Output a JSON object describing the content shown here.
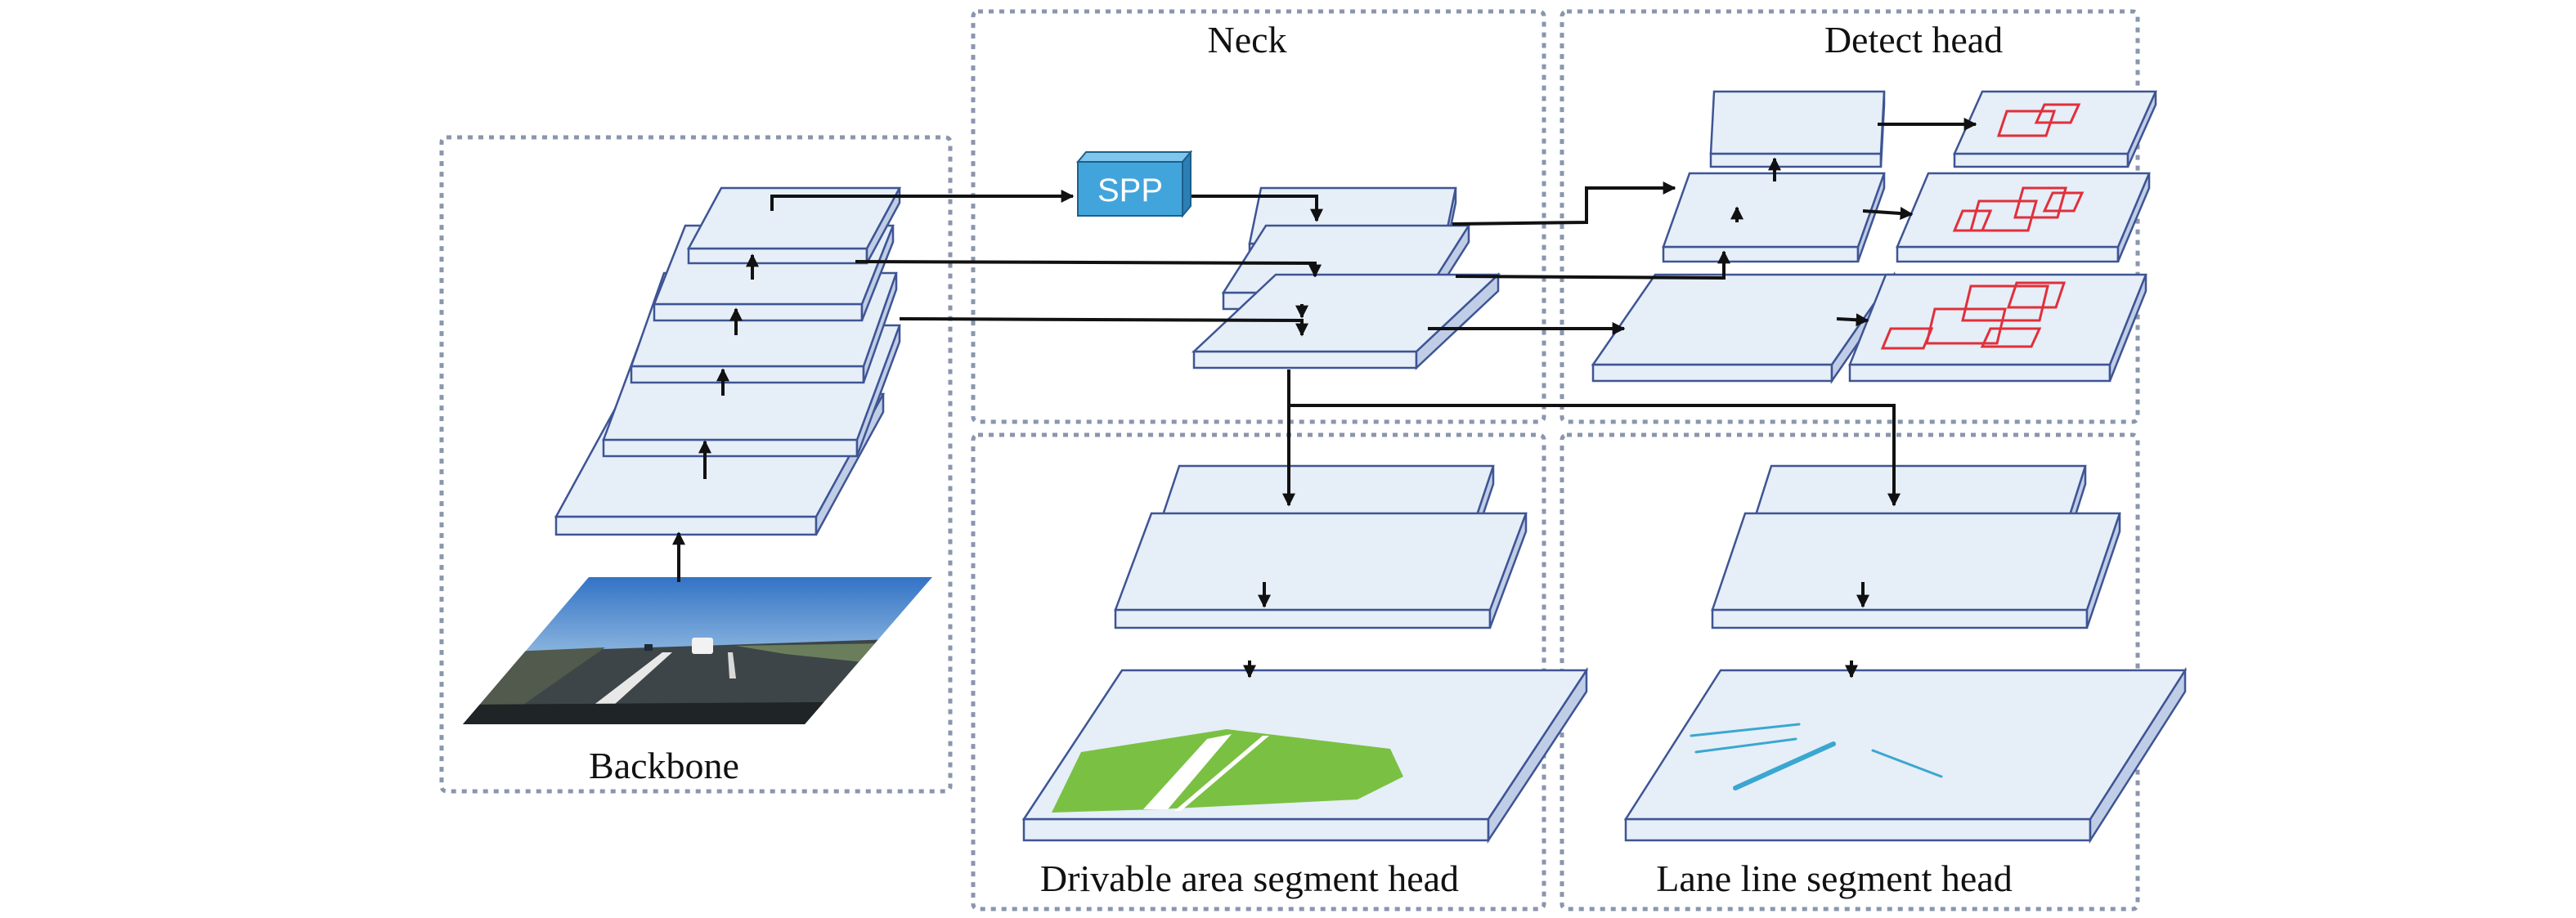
{
  "panels": {
    "backbone": "Backbone",
    "neck": "Neck",
    "detect_head": "Detect head",
    "drivable_area_head": "Drivable area segment head",
    "lane_line_head": "Lane line segment head"
  },
  "spp_label": "SPP",
  "colors": {
    "panel_border": "#8a96ad",
    "layer_top": "#e6eef8",
    "layer_side": "#c0cde6",
    "layer_edge": "#3e5594",
    "spp": "#41a5dc",
    "detection_box": "#e0303a",
    "drivable_area": "#7ac143",
    "lane_line": "#3aa7d0"
  }
}
